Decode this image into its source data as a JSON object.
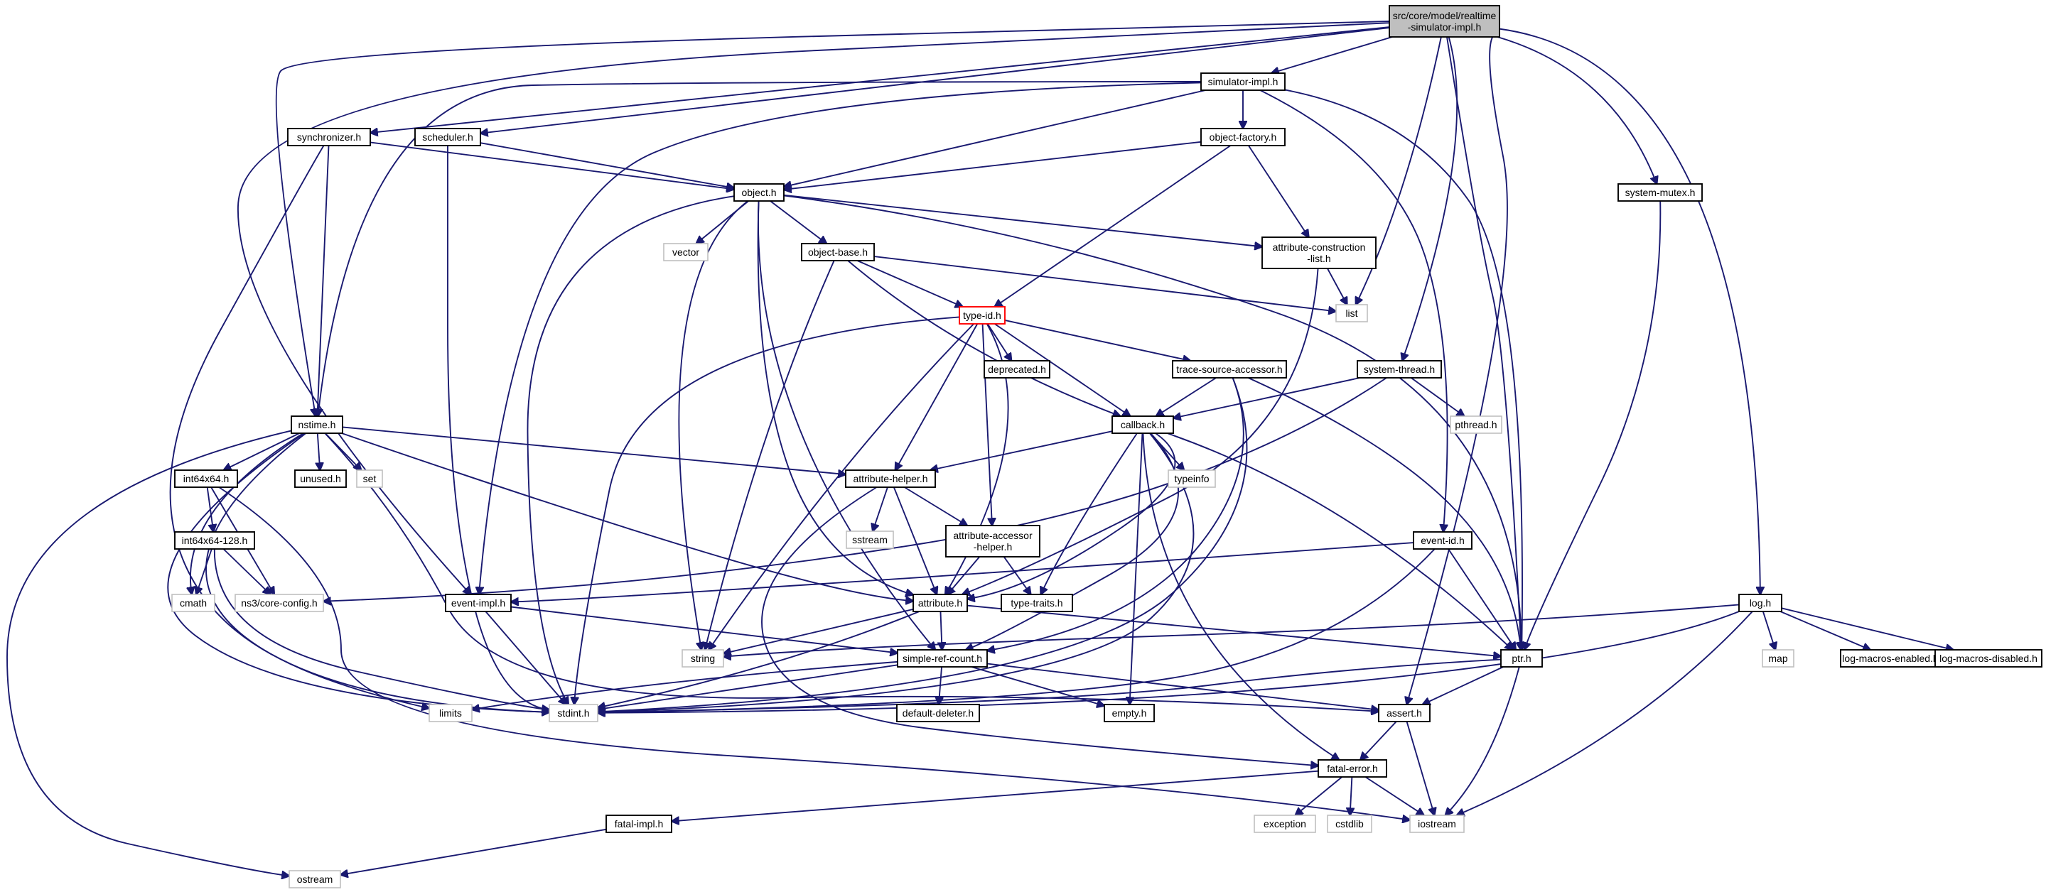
{
  "nodes": {
    "root": [
      "src/core/model/realtime",
      "-simulator-impl.h"
    ],
    "simulator_impl": [
      "simulator-impl.h"
    ],
    "scheduler": [
      "scheduler.h"
    ],
    "synchronizer": [
      "synchronizer.h"
    ],
    "object_factory": [
      "object-factory.h"
    ],
    "object": [
      "object.h"
    ],
    "system_mutex": [
      "system-mutex.h"
    ],
    "vector": [
      "vector"
    ],
    "object_base": [
      "object-base.h"
    ],
    "attribute_construction_list": [
      "attribute-construction",
      "-list.h"
    ],
    "list": [
      "list"
    ],
    "type_id": [
      "type-id.h"
    ],
    "deprecated": [
      "deprecated.h"
    ],
    "trace_source_accessor": [
      "trace-source-accessor.h"
    ],
    "system_thread": [
      "system-thread.h"
    ],
    "nstime": [
      "nstime.h"
    ],
    "callback": [
      "callback.h"
    ],
    "pthread": [
      "pthread.h"
    ],
    "int64x64": [
      "int64x64.h"
    ],
    "unused": [
      "unused.h"
    ],
    "set": [
      "set"
    ],
    "typeinfo": [
      "typeinfo"
    ],
    "attribute_helper": [
      "attribute-helper.h"
    ],
    "int64x64_128": [
      "int64x64-128.h"
    ],
    "sstream": [
      "sstream"
    ],
    "attribute_accessor_helper": [
      "attribute-accessor",
      "-helper.h"
    ],
    "event_id": [
      "event-id.h"
    ],
    "cmath": [
      "cmath"
    ],
    "ns3_core_config": [
      "ns3/core-config.h"
    ],
    "event_impl": [
      "event-impl.h"
    ],
    "attribute": [
      "attribute.h"
    ],
    "type_traits": [
      "type-traits.h"
    ],
    "log": [
      "log.h"
    ],
    "string": [
      "string"
    ],
    "simple_ref_count": [
      "simple-ref-count.h"
    ],
    "ptr": [
      "ptr.h"
    ],
    "map": [
      "map"
    ],
    "log_macros_enabled": [
      "log-macros-enabled.h"
    ],
    "log_macros_disabled": [
      "log-macros-disabled.h"
    ],
    "limits": [
      "limits"
    ],
    "stdint": [
      "stdint.h"
    ],
    "default_deleter": [
      "default-deleter.h"
    ],
    "empty": [
      "empty.h"
    ],
    "assert": [
      "assert.h"
    ],
    "fatal_error": [
      "fatal-error.h"
    ],
    "fatal_impl": [
      "fatal-impl.h"
    ],
    "exception": [
      "exception"
    ],
    "cstdlib": [
      "cstdlib"
    ],
    "iostream": [
      "iostream"
    ],
    "ostream": [
      "ostream"
    ]
  },
  "styles": {
    "edge_color": "#191970",
    "root_fill": "#bfbfbf",
    "system_header_border": "#bfbfbf",
    "truncated_border": "#ff0000",
    "node_border": "#000000"
  }
}
